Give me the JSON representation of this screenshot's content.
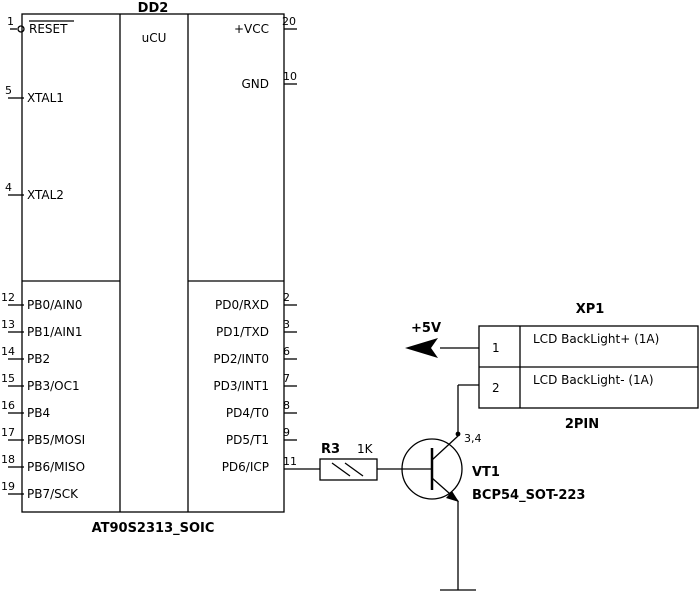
{
  "chip": {
    "ref": "DD2",
    "type": "uCU",
    "part": "AT90S2313_SOIC",
    "left_pins": [
      {
        "num": "1",
        "name": "RESET"
      },
      {
        "num": "5",
        "name": "XTAL1"
      },
      {
        "num": "4",
        "name": "XTAL2"
      },
      {
        "num": "12",
        "name": "PB0/AIN0"
      },
      {
        "num": "13",
        "name": "PB1/AIN1"
      },
      {
        "num": "14",
        "name": "PB2"
      },
      {
        "num": "15",
        "name": "PB3/OC1"
      },
      {
        "num": "16",
        "name": "PB4"
      },
      {
        "num": "17",
        "name": "PB5/MOSI"
      },
      {
        "num": "18",
        "name": "PB6/MISO"
      },
      {
        "num": "19",
        "name": "PB7/SCK"
      }
    ],
    "right_pins": [
      {
        "num": "20",
        "name": "+VCC"
      },
      {
        "num": "10",
        "name": "GND"
      },
      {
        "num": "2",
        "name": "PD0/RXD"
      },
      {
        "num": "3",
        "name": "PD1/TXD"
      },
      {
        "num": "6",
        "name": "PD2/INT0"
      },
      {
        "num": "7",
        "name": "PD3/INT1"
      },
      {
        "num": "8",
        "name": "PD4/T0"
      },
      {
        "num": "9",
        "name": "PD5/T1"
      },
      {
        "num": "11",
        "name": "PD6/ICP"
      }
    ]
  },
  "resistor": {
    "ref": "R3",
    "value": "1K"
  },
  "transistor": {
    "ref": "VT1",
    "part": "BCP54_SOT-223",
    "pins": "3,4"
  },
  "power": {
    "label": "+5V"
  },
  "connector": {
    "ref": "XP1",
    "type": "2PIN",
    "pins": [
      {
        "num": "1",
        "label": "LCD BackLight+ (1A)"
      },
      {
        "num": "2",
        "label": "LCD BackLight- (1A)"
      }
    ]
  }
}
